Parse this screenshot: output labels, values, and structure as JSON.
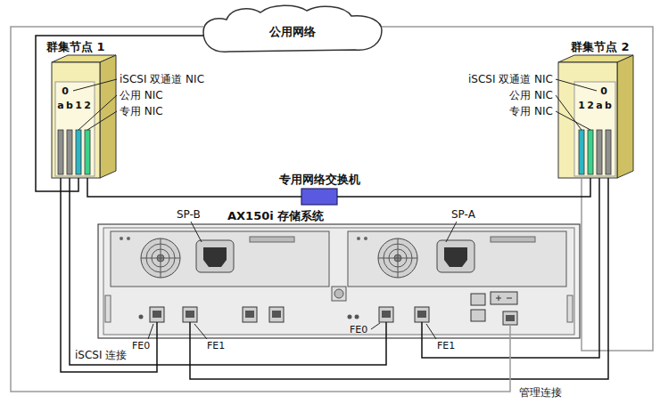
{
  "diagram": {
    "nodes": [
      {
        "text": [
          "公用网络"
        ]
      },
      {
        "text": [
          "群集节点 1"
        ]
      },
      {
        "text": [
          "群集节点 2"
        ]
      },
      {
        "text": [
          "专用网络交换机"
        ]
      },
      {
        "text": [
          "AX150i 存储系统"
        ]
      }
    ],
    "edges": [
      {
        "from": 0,
        "to": 1,
        "arrow": "none"
      },
      {
        "from": 0,
        "to": 2,
        "arrow": "none"
      },
      {
        "from": 1,
        "to": 3,
        "arrow": "none"
      },
      {
        "from": 2,
        "to": 3,
        "arrow": "none"
      },
      {
        "from": 1,
        "to": 4,
        "arrow": "none"
      },
      {
        "from": 1,
        "to": 4,
        "arrow": "none"
      },
      {
        "from": 2,
        "to": 4,
        "arrow": "none"
      },
      {
        "from": 2,
        "to": 4,
        "arrow": "none"
      },
      {
        "from": 4,
        "to": 0,
        "arrow": "none"
      }
    ],
    "labels": [
      "iSCSI 双通道 NIC",
      "公用 NIC",
      "专用 NIC",
      "0",
      "a",
      "b",
      "1",
      "2",
      "iSCSI 双通道 NIC",
      "公用 NIC",
      "专用 NIC",
      "1",
      "2",
      "a",
      "b",
      "0",
      "SP-B",
      "SP-A",
      "FE0",
      "FE1",
      "FE0",
      "FE1",
      "iSCSI 连接",
      "管理连接"
    ]
  }
}
